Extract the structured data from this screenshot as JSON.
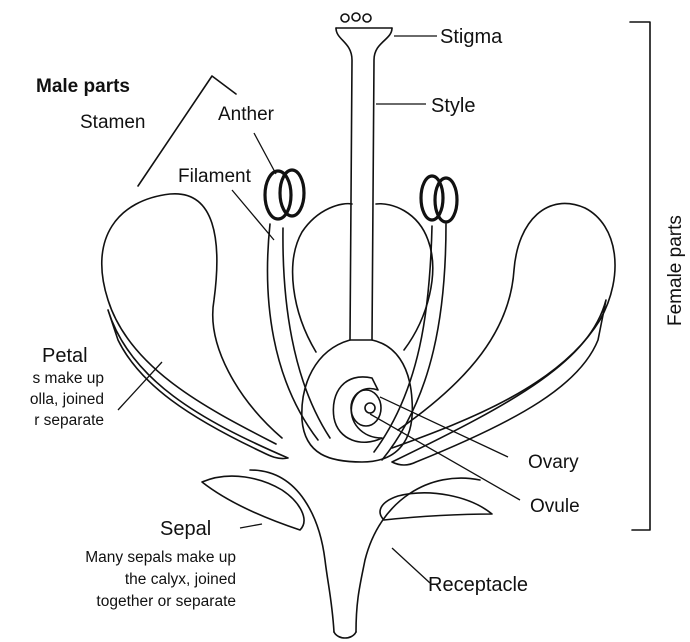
{
  "labels": {
    "stigma": "Stigma",
    "style": "Style",
    "male_parts": "Male parts",
    "stamen": "Stamen",
    "anther": "Anther",
    "filament": "Filament",
    "female_parts": "Female parts",
    "petal": "Petal",
    "petal_note": [
      "s make up",
      "olla, joined",
      "r separate"
    ],
    "ovary": "Ovary",
    "ovule": "Ovule",
    "sepal": "Sepal",
    "sepal_note": [
      "Many sepals make up",
      "the calyx, joined",
      "together or separate"
    ],
    "receptacle": "Receptacle"
  }
}
